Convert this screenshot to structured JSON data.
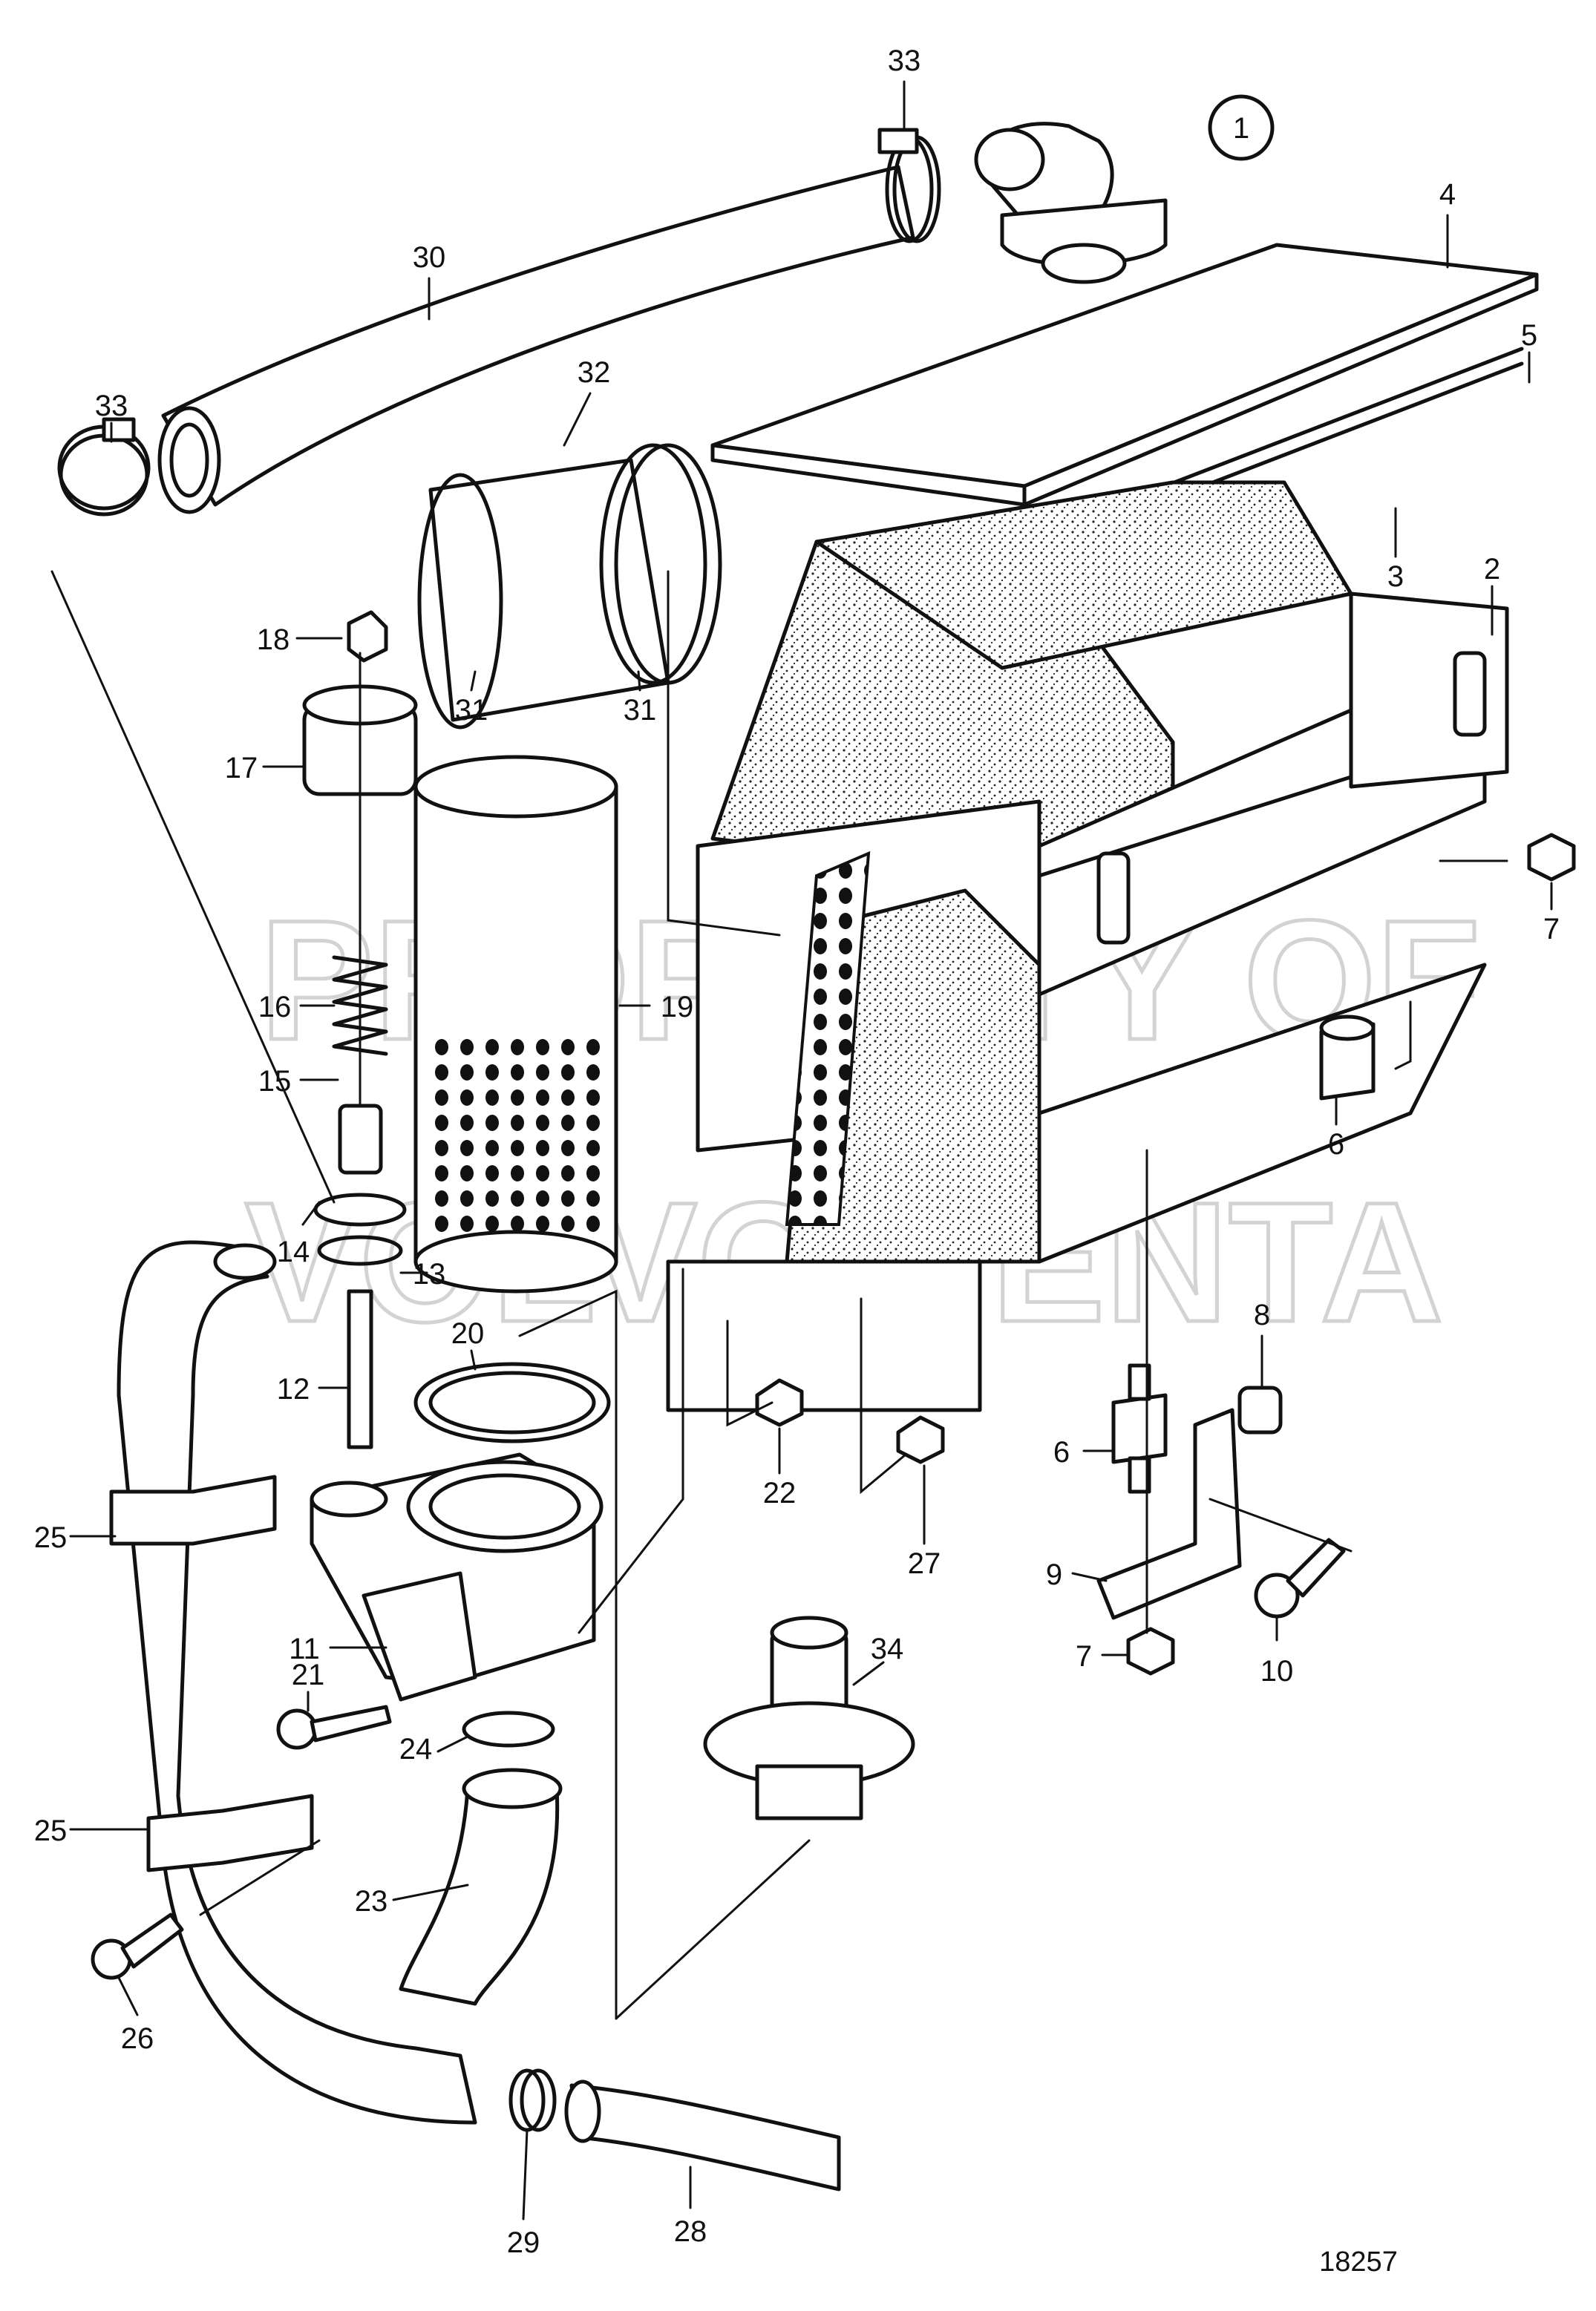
{
  "diagram": {
    "view_number": "1",
    "reference_number": "18257",
    "watermark_lines": [
      "PROPERTY OF",
      "VOLVO PENTA"
    ],
    "callouts": [
      {
        "id": "c33a",
        "label": "33"
      },
      {
        "id": "c33b",
        "label": "33"
      },
      {
        "id": "c30",
        "label": "30"
      },
      {
        "id": "c32",
        "label": "32"
      },
      {
        "id": "c31a",
        "label": "31"
      },
      {
        "id": "c31b",
        "label": "31"
      },
      {
        "id": "c4",
        "label": "4"
      },
      {
        "id": "c5",
        "label": "5"
      },
      {
        "id": "c3",
        "label": "3"
      },
      {
        "id": "c2",
        "label": "2"
      },
      {
        "id": "c7a",
        "label": "7"
      },
      {
        "id": "c18",
        "label": "18"
      },
      {
        "id": "c17",
        "label": "17"
      },
      {
        "id": "c16",
        "label": "16"
      },
      {
        "id": "c19",
        "label": "19"
      },
      {
        "id": "c15",
        "label": "15"
      },
      {
        "id": "c14",
        "label": "14"
      },
      {
        "id": "c13",
        "label": "13"
      },
      {
        "id": "c12",
        "label": "12"
      },
      {
        "id": "c20",
        "label": "20"
      },
      {
        "id": "c6a",
        "label": "6"
      },
      {
        "id": "c8",
        "label": "8"
      },
      {
        "id": "c6b",
        "label": "6"
      },
      {
        "id": "c22",
        "label": "22"
      },
      {
        "id": "c27",
        "label": "27"
      },
      {
        "id": "c25a",
        "label": "25"
      },
      {
        "id": "c9",
        "label": "9"
      },
      {
        "id": "c11",
        "label": "11"
      },
      {
        "id": "c34",
        "label": "34"
      },
      {
        "id": "c7b",
        "label": "7"
      },
      {
        "id": "c10",
        "label": "10"
      },
      {
        "id": "c21",
        "label": "21"
      },
      {
        "id": "c24",
        "label": "24"
      },
      {
        "id": "c25b",
        "label": "25"
      },
      {
        "id": "c23",
        "label": "23"
      },
      {
        "id": "c26",
        "label": "26"
      },
      {
        "id": "c29",
        "label": "29"
      },
      {
        "id": "c28",
        "label": "28"
      }
    ]
  }
}
